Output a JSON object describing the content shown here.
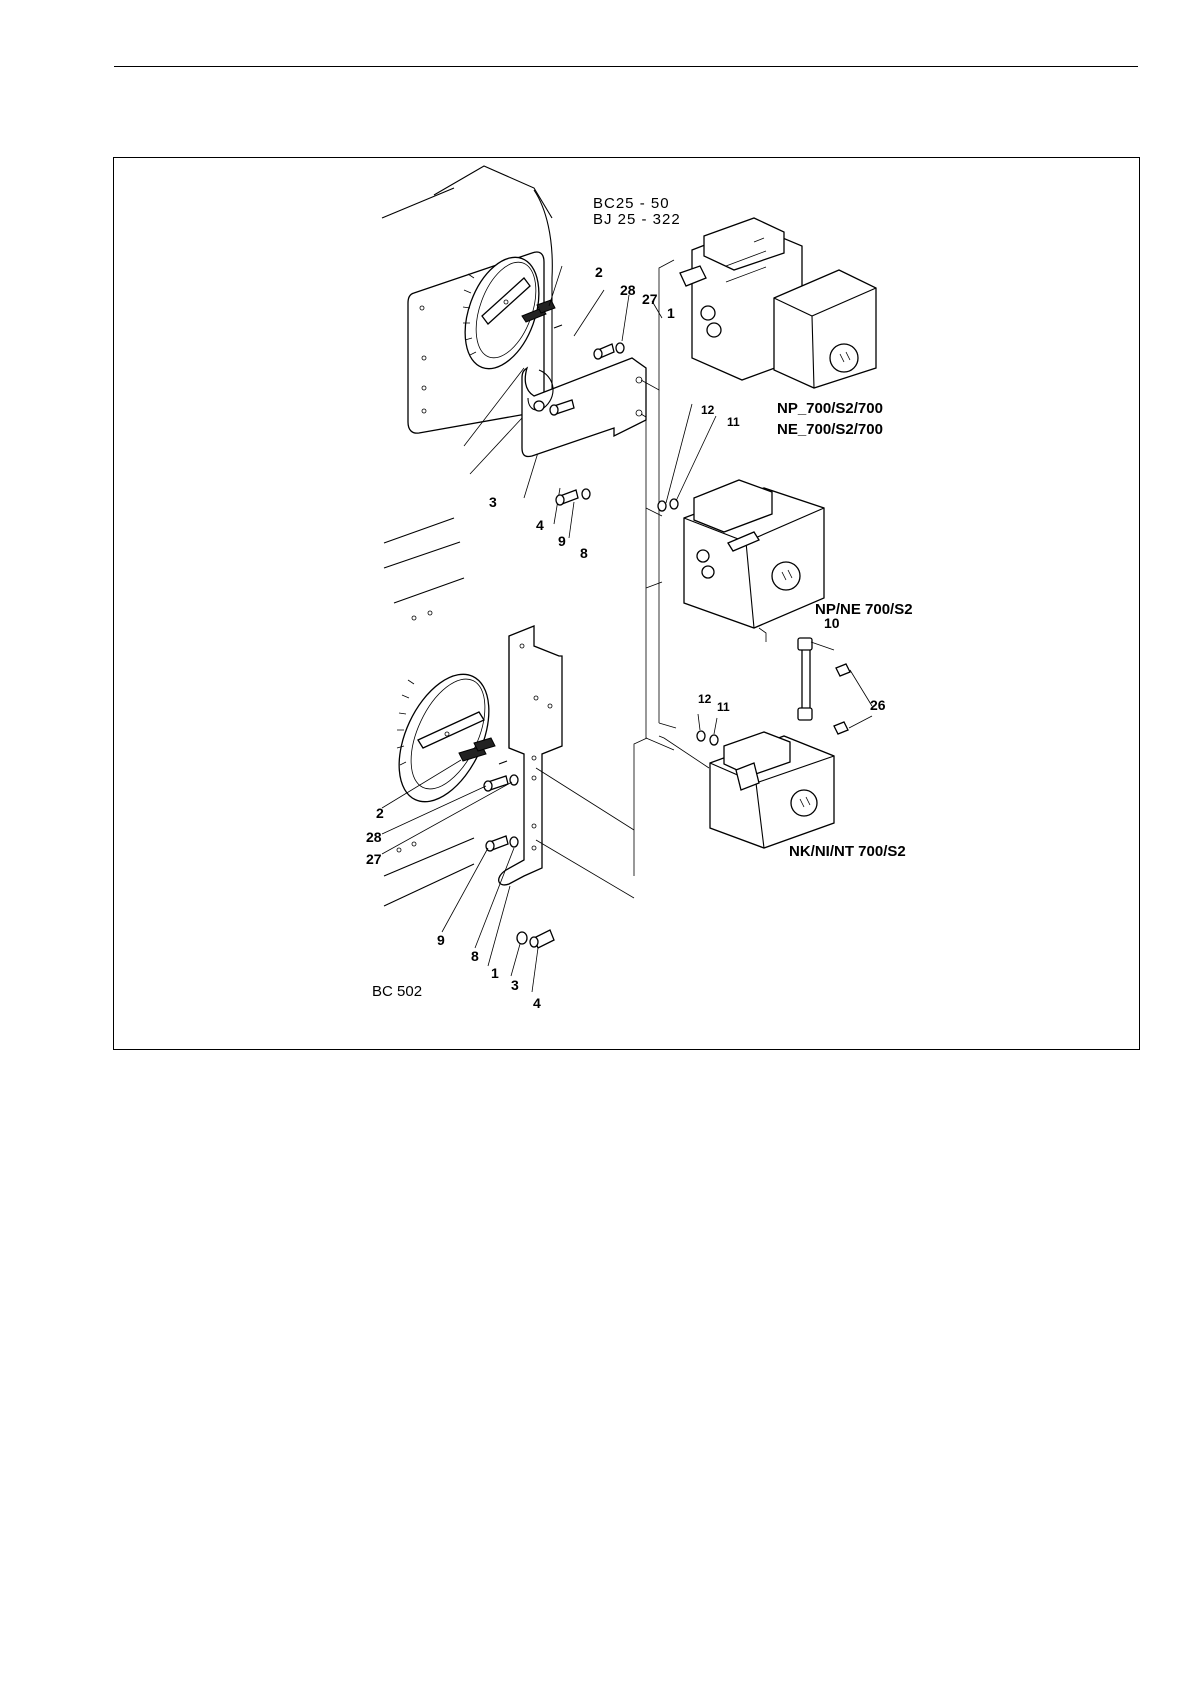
{
  "page": {
    "figure": {
      "model_labels": {
        "top_group_line1": "BC25 - 50",
        "top_group_line2": "BJ 25 - 322",
        "bottom_group": "BC 502",
        "actuator_top_line1": "NP_700/S2/700",
        "actuator_top_line2": "NE_700/S2/700",
        "actuator_middle": "NP/NE 700/S2",
        "actuator_bottom": "NK/NI/NT 700/S2"
      },
      "callouts": {
        "top_2": "2",
        "top_28": "28",
        "top_27": "27",
        "top_1": "1",
        "top_3": "3",
        "top_4": "4",
        "top_9": "9",
        "top_8": "8",
        "mid_12": "12",
        "mid_11": "11",
        "link_10": "10",
        "nut_26": "26",
        "low_12": "12",
        "low_11": "11",
        "bot_2": "2",
        "bot_28": "28",
        "bot_27": "27",
        "bot_9": "9",
        "bot_8": "8",
        "bot_1": "1",
        "bot_3": "3",
        "bot_4": "4"
      }
    }
  }
}
